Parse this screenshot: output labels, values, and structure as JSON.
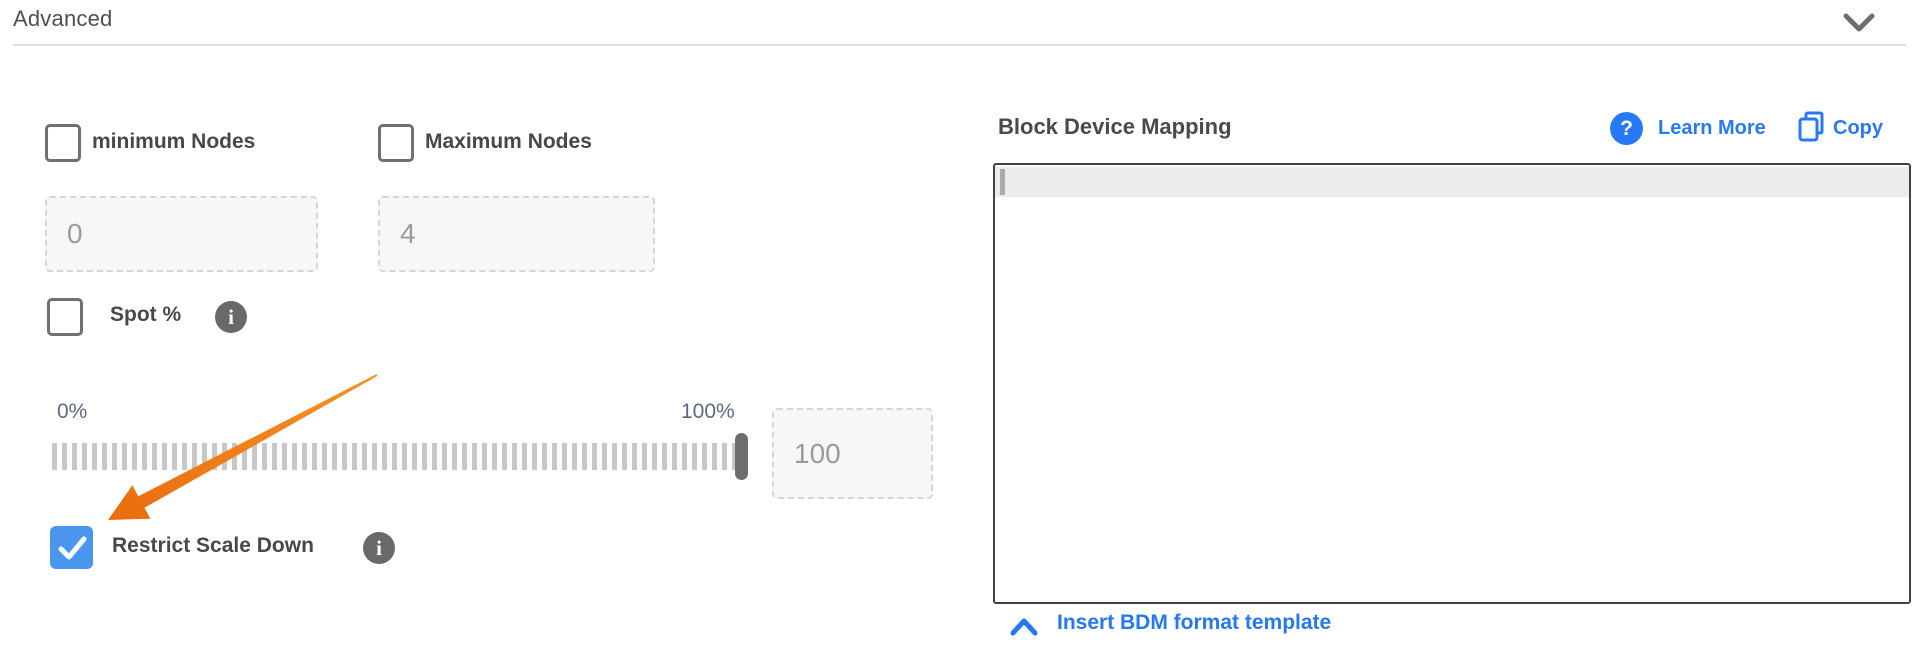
{
  "header": {
    "title": "Advanced"
  },
  "advanced": {
    "minimum_nodes": {
      "label": "minimum Nodes",
      "checked": false,
      "value": "0"
    },
    "maximum_nodes": {
      "label": "Maximum Nodes",
      "checked": false,
      "value": "4"
    },
    "spot_pct": {
      "label": "Spot %",
      "checked": false
    },
    "spot_slider": {
      "min_label": "0%",
      "max_label": "100%",
      "value": "100",
      "position_pct": 100
    },
    "restrict_scale_down": {
      "label": "Restrict Scale Down",
      "checked": true
    }
  },
  "block_device_mapping": {
    "title": "Block Device Mapping",
    "learn_more_label": "Learn More",
    "copy_label": "Copy",
    "editor_content": "",
    "insert_template_label": "Insert BDM format template"
  },
  "icons": {
    "info_glyph": "i",
    "help_glyph": "?"
  },
  "colors": {
    "link_blue": "#2779f6",
    "insert_link_blue": "#2478f2",
    "checkbox_checked_blue": "#4a96ee",
    "arrow_orange": "#f07b16",
    "slider_label_slate": "#596a87",
    "text_dark": "#4a4a4a",
    "input_value_gray": "#9b9b9b",
    "editor_border": "#434343",
    "active_line_gray": "#ececec"
  }
}
